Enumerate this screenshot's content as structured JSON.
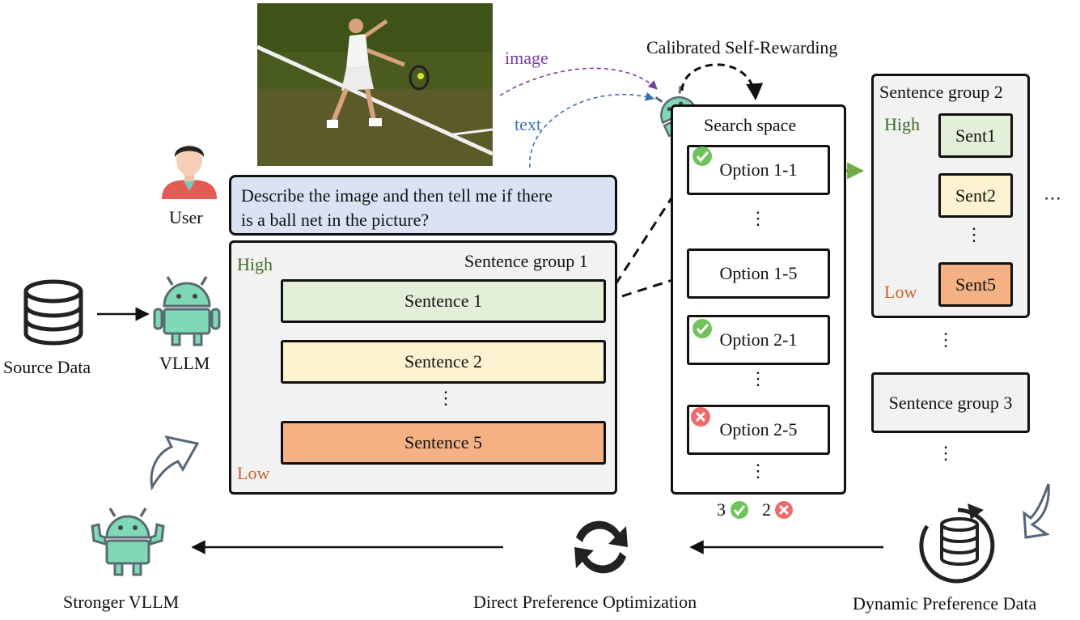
{
  "labels": {
    "image_arrow": "image",
    "text_arrow": "text",
    "calibrated": "Calibrated Self-Rewarding",
    "user": "User",
    "source_data": "Source Data",
    "vllm": "VLLM",
    "stronger_vllm": "Stronger VLLM",
    "dpo": "Direct Preference Optimization",
    "dynamic_data": "Dynamic Preference Data",
    "ellipsis": "⋯",
    "vdots": "⋮"
  },
  "prompt": {
    "line1": "Describe the image and then tell me if there",
    "line2": "is a ball net in the picture?"
  },
  "group1": {
    "title": "Sentence group 1",
    "high": "High",
    "low": "Low",
    "sentences": [
      "Sentence 1",
      "Sentence 2",
      "Sentence 5"
    ]
  },
  "search": {
    "title": "Search space",
    "options": [
      "Option 1-1",
      "Option 1-5",
      "Option 2-1",
      "Option 2-5"
    ],
    "count_correct": "3",
    "count_wrong": "2"
  },
  "group2": {
    "title": "Sentence group 2",
    "high": "High",
    "low": "Low",
    "sentences": [
      "Sent1",
      "Sent2",
      "Sent5"
    ]
  },
  "group3": {
    "title": "Sentence group 3"
  },
  "colors": {
    "green_fill": "#e3efd9",
    "yellow_fill": "#fdf3d0",
    "orange_fill": "#f4b183",
    "prompt_fill": "#dae3f3",
    "group_fill": "#f2f2f2",
    "android": "#7fd9b6",
    "check": "#70c35c",
    "cross": "#ef6a6a",
    "image_arrow": "#7b3fa0",
    "text_arrow": "#3d6fb5"
  }
}
